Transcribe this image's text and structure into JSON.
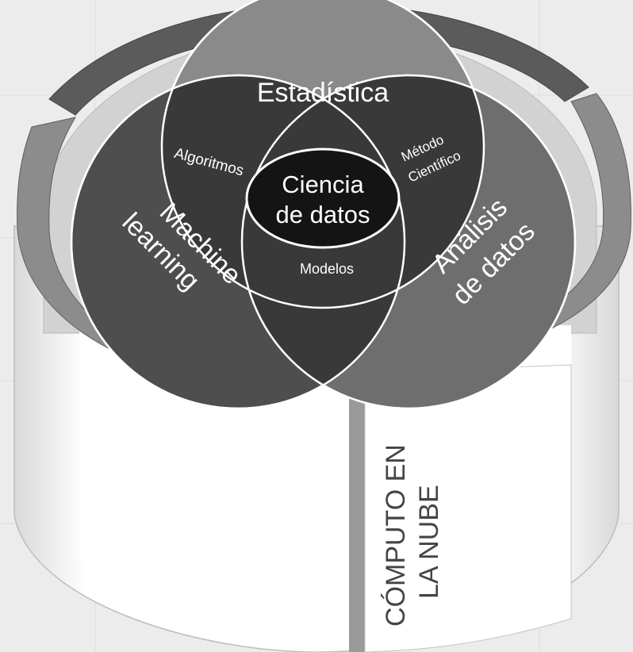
{
  "venn": {
    "top": "Estadística",
    "left_line1": "Machine",
    "left_line2": "learning",
    "right_line1": "Análisis",
    "right_line2": "de datos",
    "overlap_top_left": "Algoritmos",
    "overlap_top_right_line1": "Método",
    "overlap_top_right_line2": "Científico",
    "overlap_bottom": "Modelos",
    "center_line1": "Ciencia",
    "center_line2": "de datos"
  },
  "cylinder": {
    "label_line1": "CÓMPUTO EN",
    "label_line2": "LA NUBE"
  },
  "colors": {
    "background": "#ececec",
    "ring_dark": "#5b5b5b",
    "ring_medium": "#8c8c8c",
    "inner_wall": "#d2d2d2",
    "cylinder_body": "#ffffff",
    "circle_top": "#8a8a8a",
    "circle_left": "#4e4e4e",
    "circle_right": "#6e6e6e",
    "overlap": "#393939",
    "center": "#141414"
  }
}
